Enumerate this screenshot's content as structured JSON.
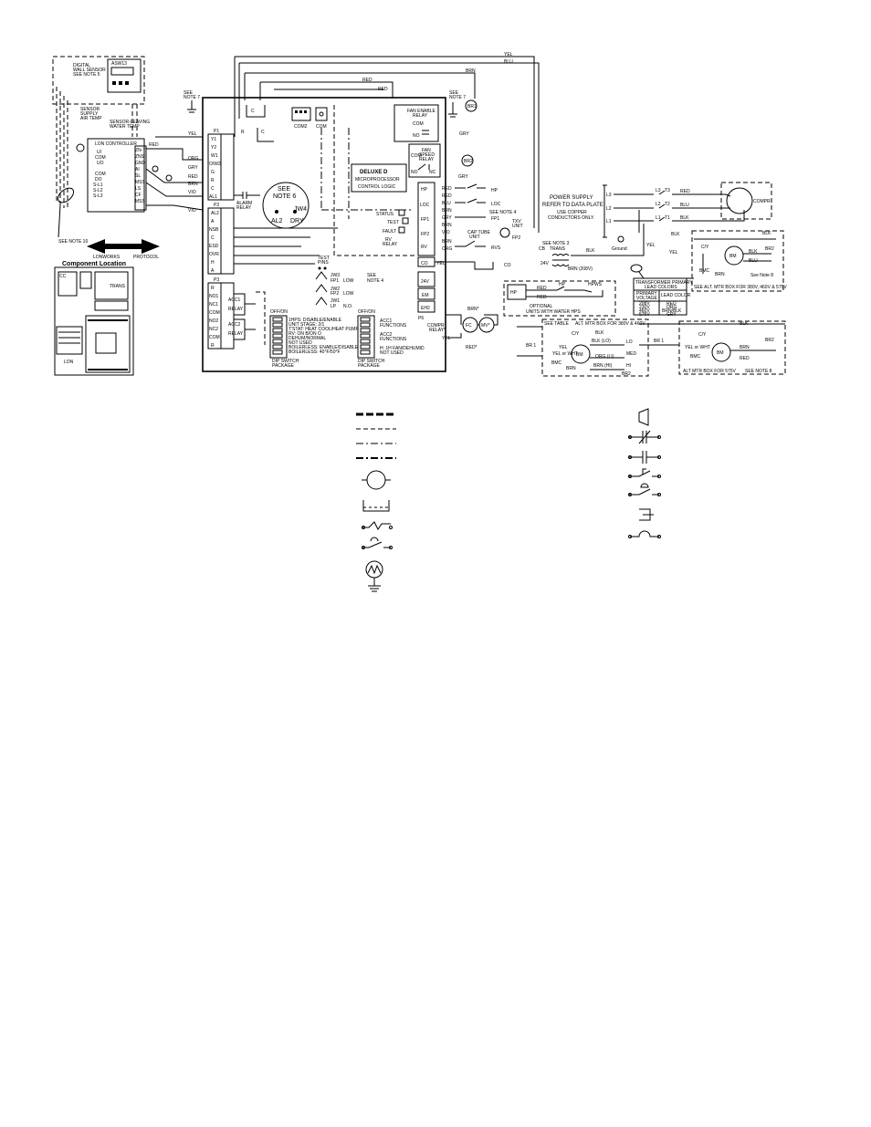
{
  "sensor": {
    "digital_wall_sensor": [
      "DIGITAL",
      "WALL SENSOR",
      "SEE NOTE 5"
    ],
    "asw": "ASW13",
    "supply_air": [
      "SENSOR",
      "SUPPLY",
      "AIR TEMP"
    ],
    "leaving_water": [
      "SENSOR-LEAVING",
      "WATER TEMP"
    ],
    "see_note_10": "SEE NOTE 10"
  },
  "lon": {
    "title": "LON CONTROLLER",
    "left_terms": [
      "UI",
      "COM",
      "UO",
      "COM",
      "DO",
      "S-L1",
      "S-L2",
      "S-L3"
    ],
    "right_terms": [
      "ZN-T",
      "ZNS",
      "GND",
      "AI",
      "SL",
      "MSS",
      "LS",
      "CF",
      "MSS"
    ],
    "protocol_left": "LONWORKS",
    "protocol_right": "PROTOCOL",
    "component_location": "Component Location",
    "lon_label": "LON",
    "cc_label": "CC",
    "transformer": "TRANS"
  },
  "board": {
    "see_note_7a": [
      "SEE",
      "NOTE 7"
    ],
    "see_note_7b": [
      "SEE",
      "NOTE 7"
    ],
    "p1": "P1",
    "p1_terms": [
      "Y1",
      "Y2",
      "W1",
      "O/W2",
      "G",
      "R",
      "C",
      "AL1"
    ],
    "p2": "P2",
    "p2_terms": [
      "AL2",
      "A",
      "NSB",
      "C",
      "ESD",
      "OVR",
      "H",
      "A"
    ],
    "p3": "P3",
    "p3_terms": [
      "R",
      "NO1",
      "NC1",
      "COM",
      "NO2",
      "NC2",
      "COM",
      "R"
    ],
    "wire_colors_left": [
      "RED",
      "YEL",
      "ORG",
      "GRY",
      "RED",
      "BRN",
      "VIO",
      "VIO"
    ],
    "alarm_relay": [
      "ALARM",
      "RELAY"
    ],
    "see_note_6": [
      "SEE",
      "NOTE 6"
    ],
    "jw4": "JW4",
    "al2_dry": [
      "AL2",
      "DRY"
    ],
    "com2": "COM2",
    "com": "COM",
    "deluxe": [
      "DELUXE D",
      "MICROPROCESSOR",
      "CONTROL LOGIC"
    ],
    "status": "STATUS",
    "test": "TEST",
    "fault": "FAULT",
    "rv_relay": [
      "RV",
      "RELAY"
    ],
    "test_pins": [
      "TEST",
      "PINS"
    ],
    "jw3": [
      "JW3",
      "FP1",
      "LOW"
    ],
    "jw2": [
      "JW2",
      "FP2",
      "LOW"
    ],
    "jw1": [
      "JW1",
      "LP",
      "N.O."
    ],
    "see_note_4": [
      "SEE",
      "NOTE 4"
    ],
    "acc1_relay": [
      "ACC1",
      "RELAY"
    ],
    "acc2_relay": [
      "ACC2",
      "RELAY"
    ],
    "off_on": "OFF/ON",
    "dip_left": [
      "1HPS: DISABLE/ENABLE",
      "UNIT STAGE: 2/1",
      "T'STAT: HEAT COOL/HEAT PUMP",
      "RV: ON B/ON O",
      "DEHUM/NORMAL",
      "NOT USED",
      "BOILERLESS: ENABLE/DISABLE",
      "BOILERLESS: 40°F/50°F"
    ],
    "dip_right": [
      "ACC1",
      "FUNCTIONS",
      "ACC2",
      "FUNCTIONS",
      "H: 1H FAN/DEHUMID",
      "NOT USED"
    ],
    "dip_switch_pkg": [
      "DIP SWITCH",
      "PACKAGE"
    ],
    "right_terms": [
      "HP",
      "LOC",
      "FP1",
      "FP2",
      "RV",
      "CO"
    ],
    "right_colors": [
      "RED",
      "RED",
      "BLU",
      "BRN",
      "GRY",
      "BRN",
      "VIO",
      "BRN",
      "ORG"
    ],
    "hp": "HP",
    "loc": "LOC",
    "see_note_4b": "SEE NOTE 4",
    "fp1": "FP1",
    "fp2": "FP2",
    "cap_tube": [
      "CAP TUBE",
      "UNIT"
    ],
    "txv": [
      "TXV",
      "UNIT"
    ],
    "rvs": "RVS",
    "co": "CO",
    "v24": "24V",
    "em": "EM",
    "eh2": "EH2",
    "p6": "P6",
    "compr_relay": [
      "COMPR",
      "RELAY*"
    ],
    "fan_enable": [
      "FAN ENABLE",
      "RELAY"
    ],
    "fan_speed": [
      "FAN",
      "SPEED",
      "RELAY"
    ],
    "no": "NO",
    "nc": "NC",
    "br1": "BR1",
    "br2": "BR2",
    "fc": "FC",
    "mv": "MV*",
    "brn_star": "BRN*",
    "red_star": "RED*",
    "yel": "YEL",
    "red": "RED",
    "gry": "GRY",
    "brn": "BRN",
    "blu": "BLU"
  },
  "power": {
    "supply": [
      "POWER SUPPLY",
      "REFER TO DATA PLATE",
      "USE COPPER",
      "CONDUCTORS ONLY."
    ],
    "lines": [
      "L3",
      "L2",
      "L1"
    ],
    "terms": [
      "T3",
      "T2",
      "T1"
    ],
    "cc_terms": [
      "L3",
      "L2",
      "L1"
    ],
    "wire_colors": [
      "RED",
      "BLU",
      "BLK"
    ],
    "compr": "COMPR",
    "ground": "Ground",
    "see_note_3": "SEE NOTE 3",
    "cb": "CB",
    "trans": "TRANS",
    "v24": "24V",
    "brn208": "BRN (208V)",
    "blk": "BLK",
    "yel": "YEL",
    "org": "ORG",
    "red": "RED",
    "transformer_table": [
      "TRANSFORMER PRIMARY",
      "LEAD COLORS"
    ],
    "table_cols": [
      "PRIMARY",
      "VOLTAGE",
      "LEAD COLOR"
    ],
    "table_rows": [
      [
        "208V",
        "RED"
      ],
      [
        "230V",
        "ORG"
      ],
      [
        "460V",
        "BRN/BLK"
      ],
      [
        "575V",
        "GRY"
      ]
    ]
  },
  "motors": {
    "see_note_8": "See Note 8",
    "see_note_8b": "SEE NOTE 8",
    "alt_460": "SEE ALT. MTR BOX FOR 380V, 460V & 575V",
    "alt_380": "ALT. MTR BOX FOR 380V & 460V",
    "see_table": "SEE TABLE",
    "alt_575": "ALT MTR BOX FOR 575V",
    "bm": "BM",
    "bmc": "BMC",
    "cy": "C/Y",
    "br1": "BR 1",
    "br2": "BR2",
    "blk": "BLK",
    "brn": "BRN",
    "blu": "BLU",
    "red": "RED",
    "yel": "YEL",
    "yel_wht": "YEL or WHT",
    "blk_lo": "BLK (LO)",
    "org_lo": "ORG (LI)",
    "brn_hi": "BRN (HI)",
    "hi": "HI",
    "med": "MED",
    "lo": "LO",
    "optional": [
      "OPTIONAL",
      "UNITS WITH WATER HPS"
    ],
    "hp": "HP",
    "hpws": "HPWS"
  },
  "legend": {
    "items": [
      "line-factory-low",
      "line-field-low",
      "line-field-line",
      "line-optional",
      "motor",
      "capacitor",
      "thermal-switch",
      "pressure-switch",
      "thermistor"
    ],
    "right_items": [
      "relay-coil",
      "switch-nc",
      "switch-no",
      "switch-temp-open",
      "switch-press-closed",
      "solenoid",
      "fuse"
    ]
  }
}
